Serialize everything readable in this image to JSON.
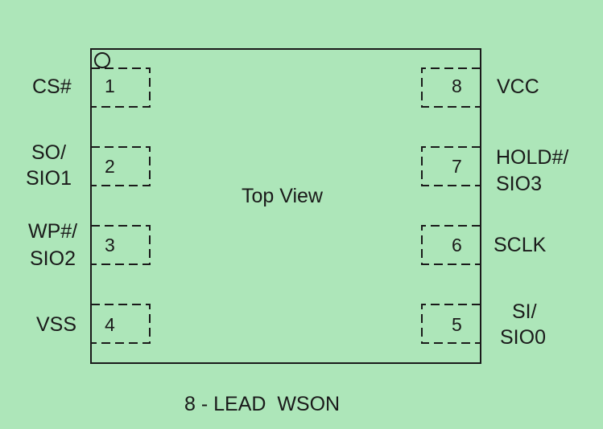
{
  "package": {
    "center_label": "Top View",
    "caption": "8 - LEAD  WSON"
  },
  "colors": {
    "background": "#ade6b9",
    "line": "#1a1a1a"
  },
  "pins": [
    {
      "number": "1",
      "side": "left",
      "name_lines": [
        "CS#"
      ]
    },
    {
      "number": "2",
      "side": "left",
      "name_lines": [
        "SO/",
        "SIO1"
      ]
    },
    {
      "number": "3",
      "side": "left",
      "name_lines": [
        "WP#/",
        "SIO2"
      ]
    },
    {
      "number": "4",
      "side": "left",
      "name_lines": [
        "VSS"
      ]
    },
    {
      "number": "5",
      "side": "right",
      "name_lines": [
        "SI/",
        "SIO0"
      ]
    },
    {
      "number": "6",
      "side": "right",
      "name_lines": [
        "SCLK"
      ]
    },
    {
      "number": "7",
      "side": "right",
      "name_lines": [
        "HOLD#/",
        "SIO3"
      ]
    },
    {
      "number": "8",
      "side": "right",
      "name_lines": [
        "VCC"
      ]
    }
  ]
}
